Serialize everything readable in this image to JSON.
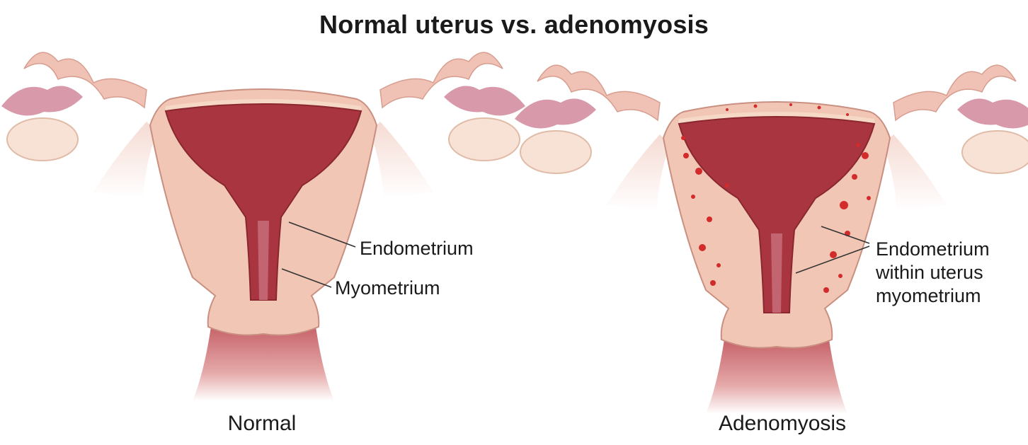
{
  "title": "Normal uterus vs. adenomyosis",
  "normal": {
    "caption": "Normal",
    "label_endometrium": "Endometrium",
    "label_myometrium": "Myometrium"
  },
  "adenomyosis": {
    "caption": "Adenomyosis",
    "label_lines": [
      "Endometrium",
      "within uterus",
      "myometrium"
    ]
  },
  "colors": {
    "myometrium": "#f2c6b4",
    "endometrium": "#a8353f",
    "fallopian_tube": "#f0c2b5",
    "ovary": "#f8e2d6",
    "fimbriae": "#d89aab",
    "lesions": "#d22b2b"
  }
}
